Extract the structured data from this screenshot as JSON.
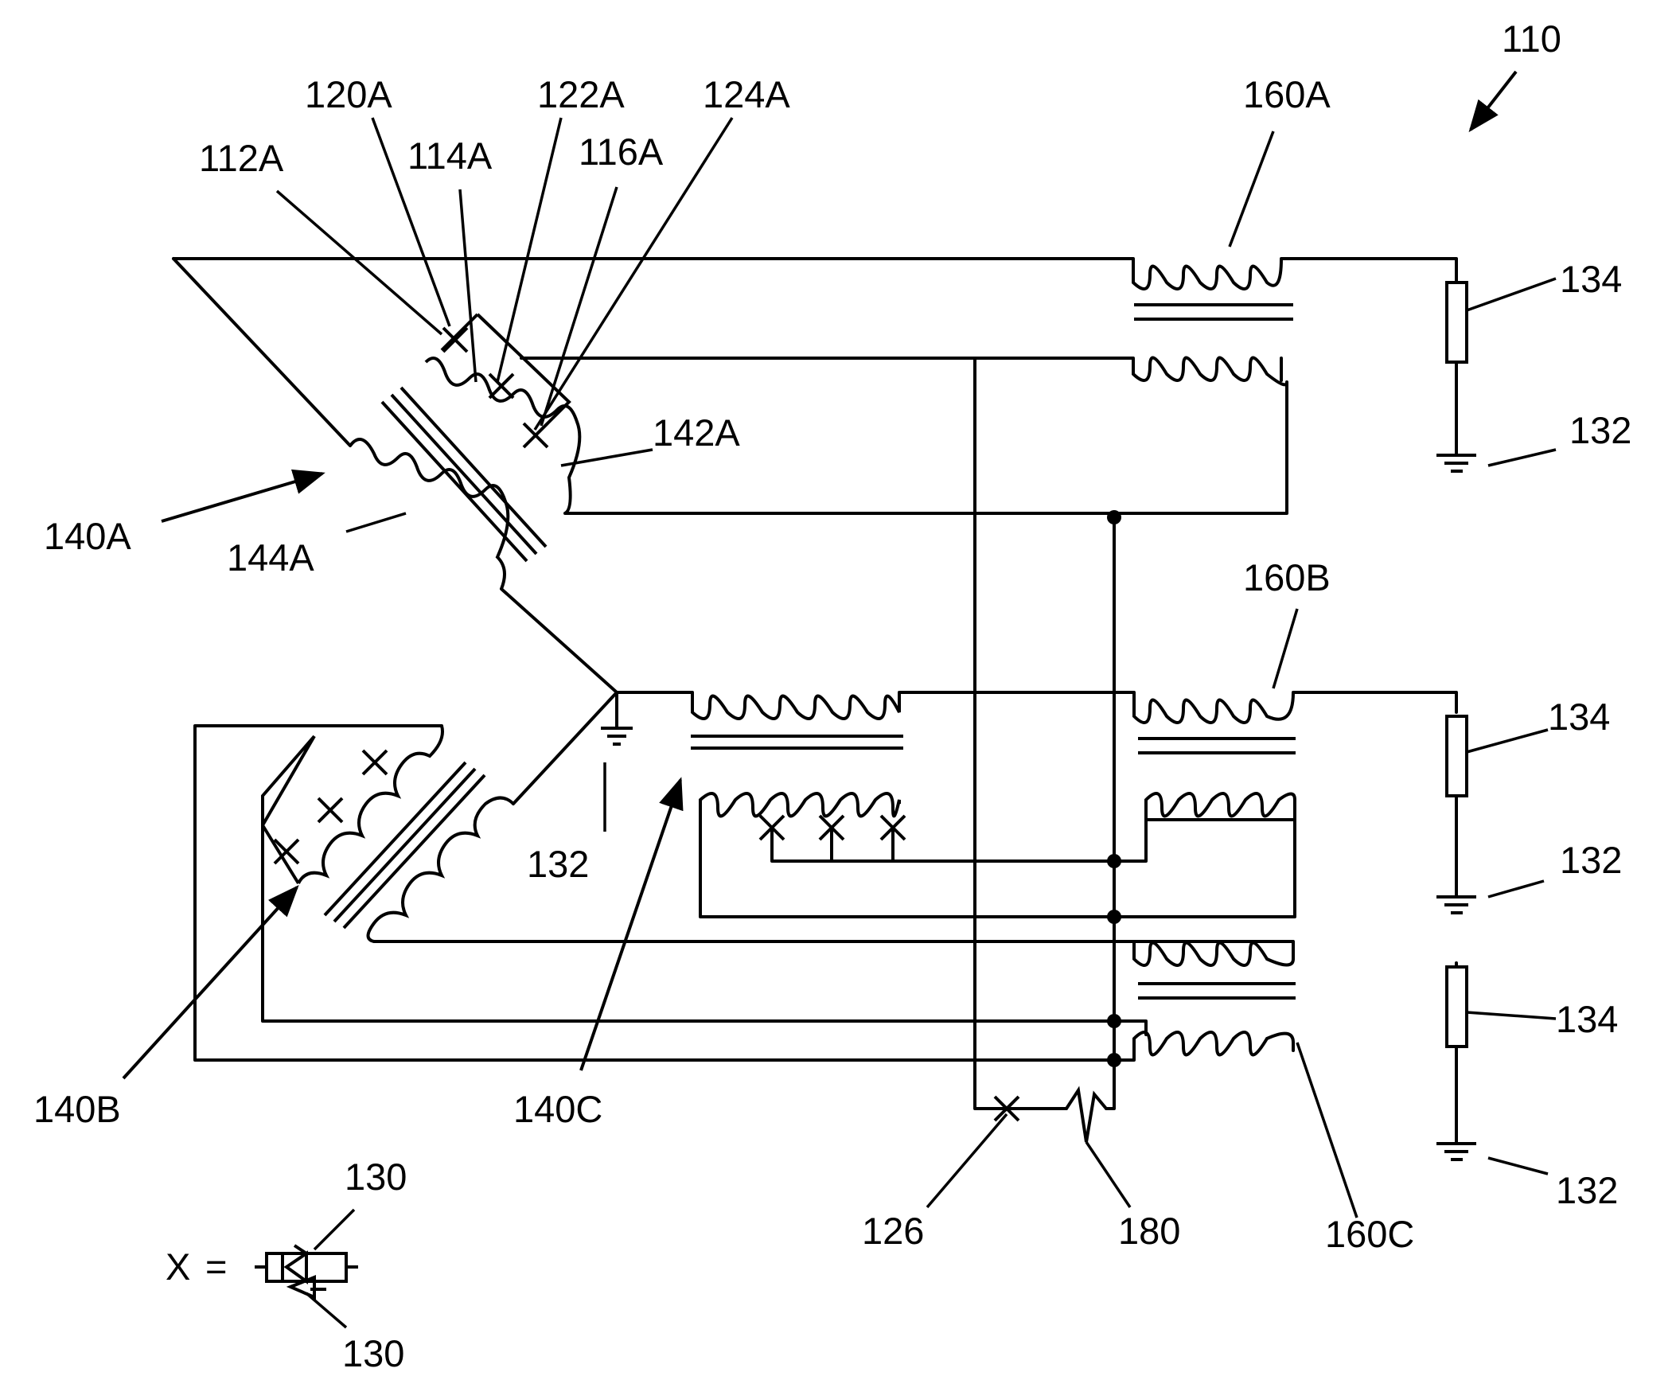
{
  "figure": {
    "reference_numeral": "110",
    "labels": {
      "l120A": "120A",
      "l122A": "122A",
      "l124A": "124A",
      "l112A": "112A",
      "l114A": "114A",
      "l116A": "116A",
      "l160A": "160A",
      "l134_a": "134",
      "l132_a": "132",
      "l142A": "142A",
      "l140A": "140A",
      "l144A": "144A",
      "l160B": "160B",
      "l134_b": "134",
      "l132_b": "132",
      "l132_c": "132",
      "l134_c": "134",
      "l132_d": "132",
      "l140B": "140B",
      "l140C": "140C",
      "l126": "126",
      "l180": "180",
      "l160C": "160C",
      "l130_top": "130",
      "l130_bottom": "130"
    },
    "legend": {
      "symbol": "X",
      "equals": "="
    }
  },
  "colors": {
    "ink": "#000000",
    "background": "#ffffff"
  }
}
